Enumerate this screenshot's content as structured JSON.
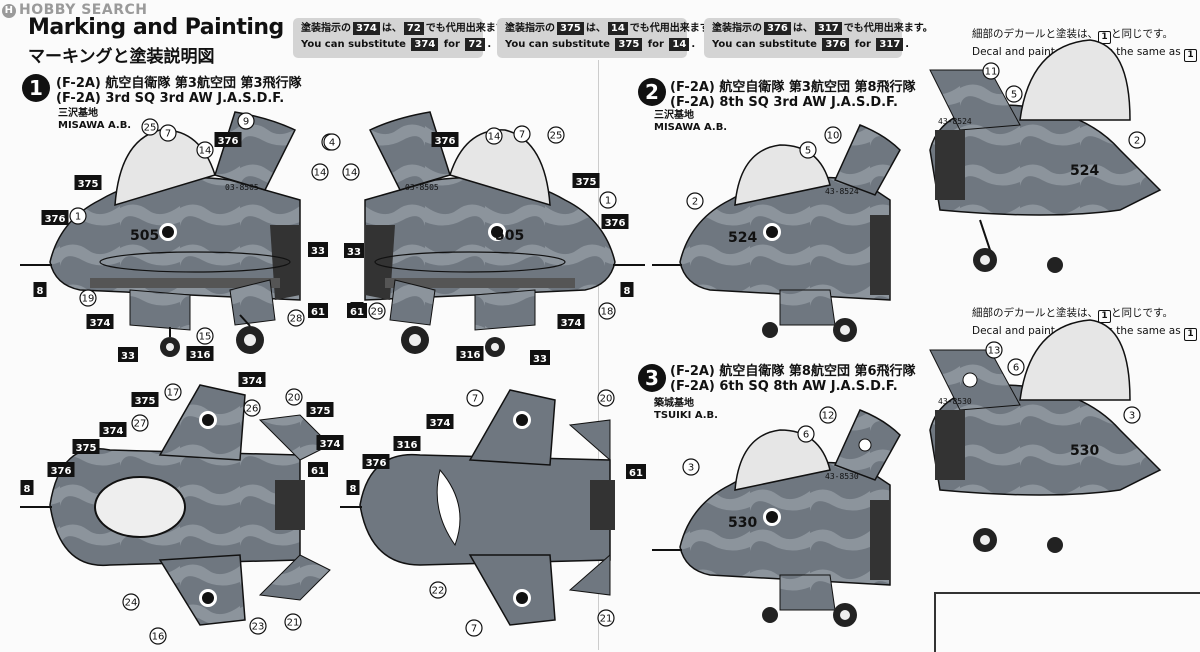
{
  "watermark": "HOBBY SEARCH",
  "title_en": "Marking and Painting",
  "title_jp": "マーキングと塗装説明図",
  "substitutions": [
    {
      "jp_pre": "塗装指示の",
      "a": "374",
      "jp_mid": "は、",
      "b": "72",
      "jp_post": "でも代用出来ます。",
      "en_pre": "You can substitute",
      "en_mid": "for",
      "en_post": "."
    },
    {
      "jp_pre": "塗装指示の",
      "a": "375",
      "jp_mid": "は、",
      "b": "14",
      "jp_post": "でも代用出来ます。",
      "en_pre": "You can substitute",
      "en_mid": "for",
      "en_post": "."
    },
    {
      "jp_pre": "塗装指示の",
      "a": "376",
      "jp_mid": "は、",
      "b": "317",
      "jp_post": "でも代用出来ます。",
      "en_pre": "You can substitute",
      "en_mid": "for",
      "en_post": "."
    }
  ],
  "schemes": [
    {
      "num": "1",
      "jp_line": "(F-2A)  航空自衛隊  第3航空団  第3飛行隊",
      "en_line": "(F-2A)   3rd SQ 3rd AW J.A.S.D.F.",
      "base_jp": "三沢基地",
      "base_en": "MISAWA A.B.",
      "tail": "03-8505",
      "nose": "505"
    },
    {
      "num": "2",
      "jp_line": "(F-2A)  航空自衛隊  第3航空団  第8飛行隊",
      "en_line": "(F-2A)   8th SQ 3rd AW J.A.S.D.F.",
      "base_jp": "三沢基地",
      "base_en": "MISAWA A.B.",
      "tail": "43-8524",
      "nose": "524"
    },
    {
      "num": "3",
      "jp_line": "(F-2A)  航空自衛隊  第8航空団  第6飛行隊",
      "en_line": "(F-2A)   6th SQ 8th AW J.A.S.D.F.",
      "base_jp": "築城基地",
      "base_en": "TSUIKI A.B.",
      "tail": "43-8530",
      "nose": "530"
    }
  ],
  "detail_note": {
    "jp_pre": "細部のデカールと塗装は、",
    "jp_post": "と同じです。",
    "en": "Decal and paint of detail is the same as",
    "ref": "1"
  },
  "callouts": {
    "s1_left": [
      "25",
      "7",
      "14",
      "376",
      "9",
      "375",
      "376",
      "1",
      "8",
      "19",
      "374",
      "15",
      "33",
      "316",
      "28",
      "61",
      "4",
      "14",
      "33"
    ],
    "s1_right": [
      "8",
      "376",
      "14",
      "7",
      "25",
      "14",
      "375",
      "1",
      "376",
      "8",
      "33",
      "61",
      "29",
      "18",
      "374",
      "316",
      "33",
      "4"
    ],
    "top_view": [
      "17",
      "374",
      "375",
      "27",
      "374",
      "26",
      "20",
      "375",
      "374",
      "61",
      "375",
      "376",
      "8",
      "24",
      "16",
      "23",
      "21"
    ],
    "bottom_view": [
      "7",
      "374",
      "316",
      "376",
      "8",
      "22",
      "7",
      "20",
      "61",
      "21"
    ],
    "s2": [
      "2",
      "5",
      "10",
      "11",
      "5",
      "2"
    ],
    "s3": [
      "3",
      "6",
      "12",
      "13",
      "6",
      "3"
    ]
  }
}
